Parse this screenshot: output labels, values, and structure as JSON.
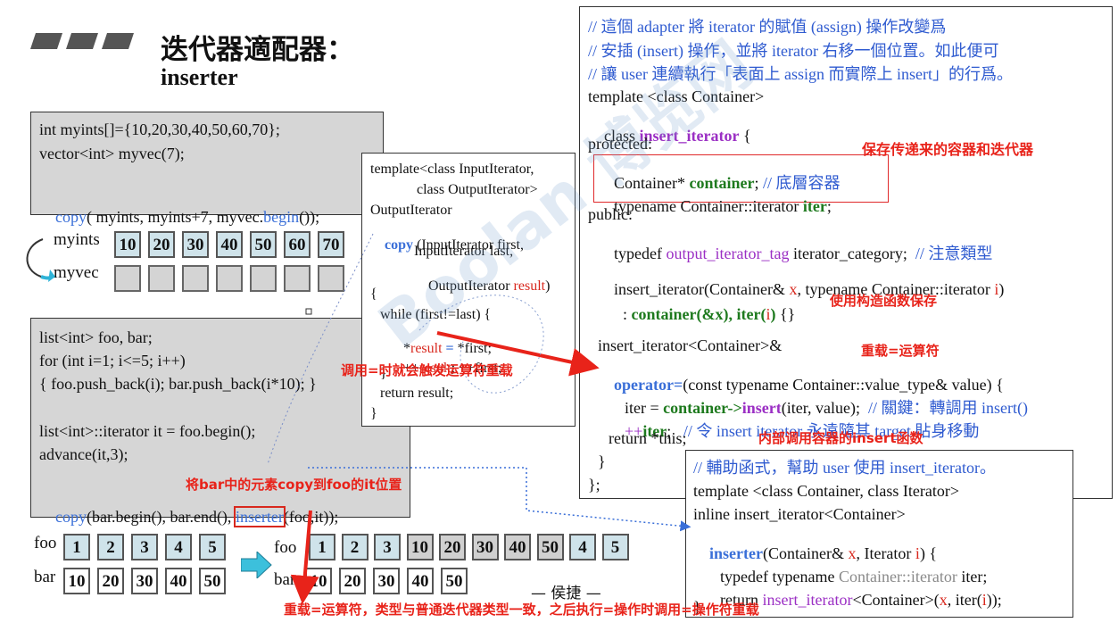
{
  "title": {
    "main": "迭代器適配器：",
    "sub": "inserter"
  },
  "code_box1": {
    "line1": "int myints[]={10,20,30,40,50,60,70};",
    "line2": "vector<int> myvec(7);",
    "line3_a": "copy",
    "line3_b": "( myints, myints+7, myvec.",
    "line3_c": "begin",
    "line3_d": "());"
  },
  "arrays1": {
    "myints_label": "myints",
    "myvec_label": "myvec",
    "myints": [
      "10",
      "20",
      "30",
      "40",
      "50",
      "60",
      "70"
    ]
  },
  "code_box2": {
    "l1": "list<int> foo, bar;",
    "l2": "for (int i=1; i<=5; i++)",
    "l3": "{ foo.push_back(i); bar.push_back(i*10); }",
    "l4": "list<int>::iterator it = foo.begin();",
    "l5": "advance(it,3);",
    "l6_a": "copy",
    "l6_b": "(bar.begin(), bar.end(), ",
    "l6_c": "inserter",
    "l6_d": "(foo,it));"
  },
  "copy_box": {
    "l1": "template<class InputIterator,",
    "l2": "class OutputIterator>",
    "l3": "OutputIterator",
    "l4_a": "copy",
    "l4_b": " (InputIterator first,",
    "l5": "InputIterator last,",
    "l6_a": "OutputIterator ",
    "l6_b": "result",
    "l6_c": ")",
    "l7": "{",
    "l8": "while (first!=last) {",
    "l9_a": "*",
    "l9_b": "result",
    "l9_c": " = ",
    "l9_d": "*first;",
    "l10_a": "++",
    "l10_b": "result",
    "l10_c": "; ++first;",
    "l11": "}",
    "l12": "return result;",
    "l13": "}"
  },
  "insert_iterator_box": {
    "c1": "// 這個 adapter 將 iterator 的賦值 (assign) 操作改變爲",
    "c2": "// 安插 (insert) 操作，並將 iterator 右移一個位置。如此便可",
    "c3": "// 讓 user 連續執行「表面上 assign 而實際上 insert」的行爲。",
    "l1": "template <class Container>",
    "l2_a": "class ",
    "l2_b": "insert_iterator",
    "l2_c": " {",
    "l3": "protected:",
    "l4_a": "Container* ",
    "l4_b": "container",
    "l4_c": "; ",
    "l4_d": "// 底層容器",
    "l5_a": "typename Container::iterator ",
    "l5_b": "iter",
    "l5_c": ";",
    "l6": "public:",
    "l7_a": "typedef ",
    "l7_b": "output_iterator_tag",
    "l7_c": " iterator_category;  ",
    "l7_d": "// 注意類型",
    "l8_a": "insert_iterator(Container& ",
    "l8_b": "x",
    "l8_c": ", typename Container::iterator ",
    "l8_d": "i",
    "l8_e": ")",
    "l9_a": ": ",
    "l9_b": "container(&x), iter(",
    "l9_c": "i",
    "l9_d": ")",
    "l9_e": " {}",
    "l10": "insert_iterator<Container>&",
    "l11_a": "operator=",
    "l11_b": "(const typename Container::value_type& value) {",
    "l12_a": "iter = ",
    "l12_b": "container->",
    "l12_c": "insert",
    "l12_d": "(iter, value);  ",
    "l12_e": "// 關鍵：轉調用 insert()",
    "l13_a": "++",
    "l13_b": "iter",
    "l13_c": ";   ",
    "l13_d": "// 令 insert iterator 永遠隨其 target 貼身移動",
    "l14": "return *this;",
    "l15": "}",
    "l16": "};"
  },
  "inserter_box": {
    "c1": "// 輔助函式，幫助 user 使用 insert_iterator。",
    "l1": "template <class Container, class Iterator>",
    "l2": "inline insert_iterator<Container>",
    "l3_a": "inserter",
    "l3_b": "(Container& ",
    "l3_c": "x",
    "l3_d": ", Iterator ",
    "l3_e": "i",
    "l3_f": ") {",
    "l4_a": "typedef typename ",
    "l4_b": "Container::iterator",
    "l4_c": " iter;",
    "l5_a": "return ",
    "l5_b": "insert_iterator",
    "l5_c": "<Container>(",
    "l5_d": "x",
    "l5_e": ", iter(",
    "l5_f": "i",
    "l5_g": "));",
    "l6": "}"
  },
  "arrays2": {
    "foo_label": "foo",
    "bar_label": "bar",
    "foo_before": [
      "1",
      "2",
      "3",
      "4",
      "5"
    ],
    "bar_before": [
      "10",
      "20",
      "30",
      "40",
      "50"
    ],
    "foo_after": [
      "1",
      "2",
      "3",
      "10",
      "20",
      "30",
      "40",
      "50",
      "4",
      "5"
    ],
    "bar_after": [
      "10",
      "20",
      "30",
      "40",
      "50"
    ]
  },
  "annotations": {
    "save_members": "保存传递来的容器和迭代器",
    "ctor_save": "使用构造函数保存",
    "overload_assign": "重载=运算符",
    "call_triggers": "调用=时就会触发运算符重载",
    "inner_insert": "内部调用容器的insert函数",
    "copy_to_foo": "将bar中的元素copy到foo的it位置",
    "bottom_note": "重载=运算符，类型与普通迭代器类型一致，之后执行=操作时调用=操作符重载"
  },
  "author": "— 侯捷 —",
  "watermark": "Boolan 博览网",
  "colors": {
    "red": "#d8281e",
    "blue": "#3a6fd8",
    "purple": "#9b2fc4",
    "green": "#1e7a1e",
    "cell": "#cfe3ea"
  }
}
